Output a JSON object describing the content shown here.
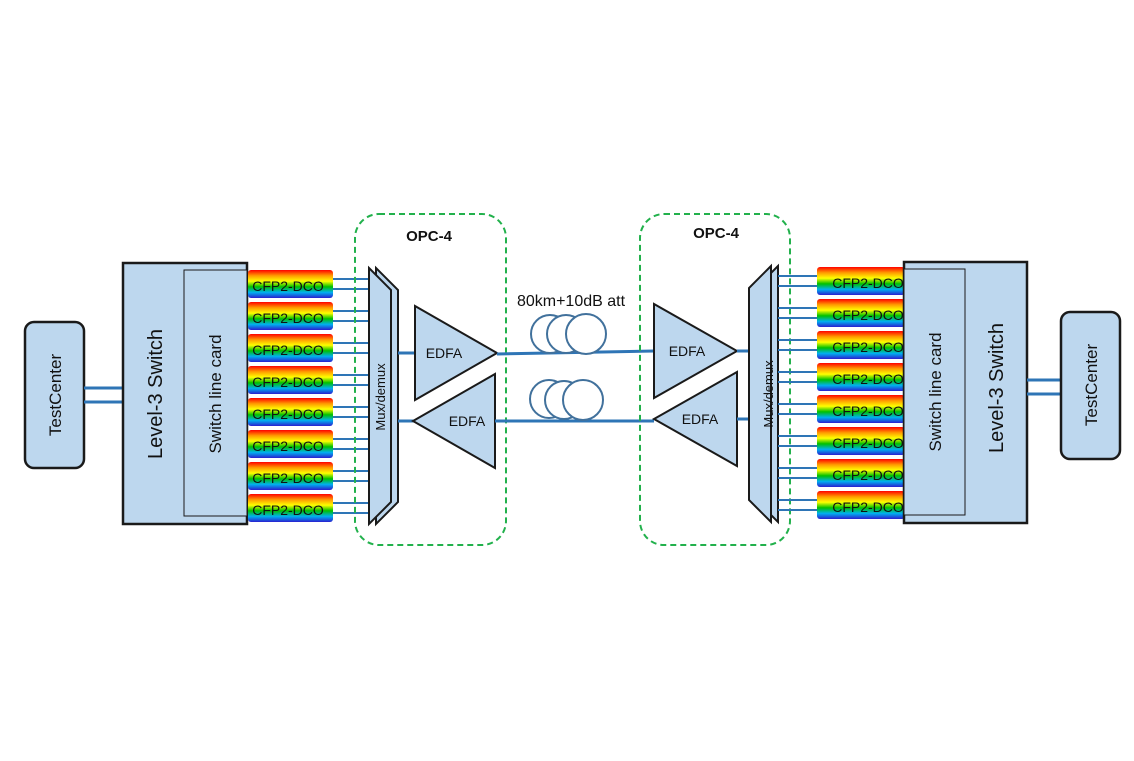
{
  "left": {
    "testcenter": "TestCenter",
    "switch": "Level-3 Switch",
    "linecard": "Switch line card",
    "modules": [
      "CFP2-DCO",
      "CFP2-DCO",
      "CFP2-DCO",
      "CFP2-DCO",
      "CFP2-DCO",
      "CFP2-DCO",
      "CFP2-DCO",
      "CFP2-DCO"
    ],
    "mux": "Mux/demux",
    "opc": "OPC-4",
    "edfa_tx": "EDFA",
    "edfa_rx": "EDFA"
  },
  "right": {
    "testcenter": "TestCenter",
    "switch": "Level-3 Switch",
    "linecard": "Switch line card",
    "modules": [
      "CFP2-DCO",
      "CFP2-DCO",
      "CFP2-DCO",
      "CFP2-DCO",
      "CFP2-DCO",
      "CFP2-DCO",
      "CFP2-DCO",
      "CFP2-DCO"
    ],
    "mux": "Mux/demux",
    "opc": "OPC-4",
    "edfa_rx": "EDFA",
    "edfa_tx": "EDFA"
  },
  "link": {
    "label": "80km+10dB att"
  },
  "colors": {
    "box_fill": "#bdd7ee",
    "box_stroke": "#1a1a1a",
    "fiber": "#2e75b6",
    "coil": "#41719c",
    "opc_border": "#22b14c",
    "rainbow": [
      "#ff0000",
      "#ff8c00",
      "#ffff00",
      "#00c000",
      "#00b0f0",
      "#0000ff",
      "#8000c0"
    ]
  }
}
